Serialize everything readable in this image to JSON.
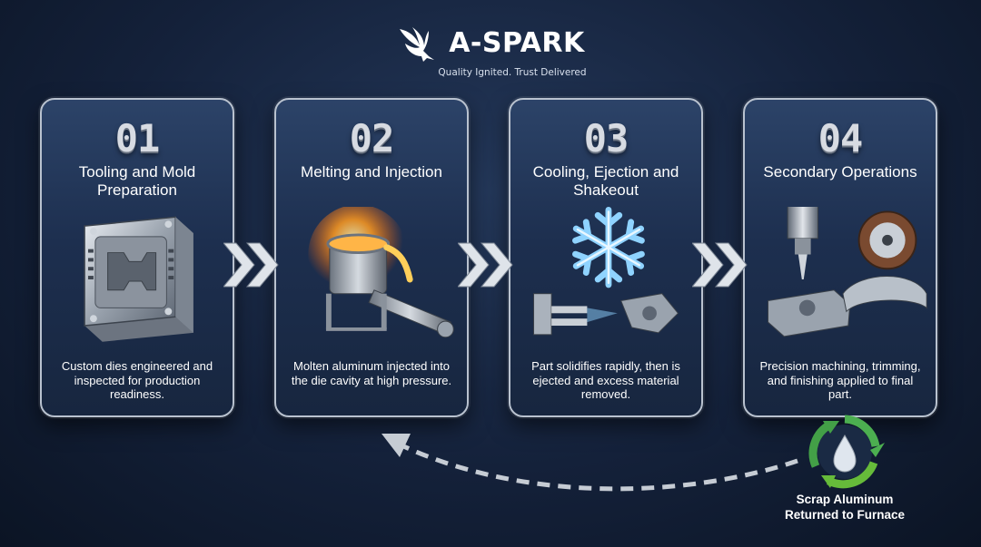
{
  "brand": {
    "name": "A-SPARK",
    "tagline": "Quality Ignited. Trust Delivered"
  },
  "steps": [
    {
      "number": "01",
      "title": "Tooling and Mold Preparation",
      "description": "Custom dies engineered and inspected for production readiness."
    },
    {
      "number": "02",
      "title": "Melting and Injection",
      "description": "Molten aluminum injected into the die cavity at high pressure."
    },
    {
      "number": "03",
      "title": "Cooling, Ejection and Shakeout",
      "description": "Part solidifies rapidly, then is ejected and excess material removed."
    },
    {
      "number": "04",
      "title": "Secondary Operations",
      "description": "Precision machining, trimming, and finishing applied to final part."
    }
  ],
  "recycle": {
    "label_line1": "Scrap Aluminum",
    "label_line2": "Returned to Furnace"
  },
  "icons": [
    "eagle-logo-icon",
    "mold-die-icon",
    "ladle-injection-icon",
    "snowflake-icon",
    "machining-icon",
    "recycle-icon",
    "chevron-right-icon"
  ],
  "colors": {
    "accent_green": "#4caf50",
    "molten_orange": "#ff9a1f",
    "ice_blue": "#8fd3ff"
  }
}
